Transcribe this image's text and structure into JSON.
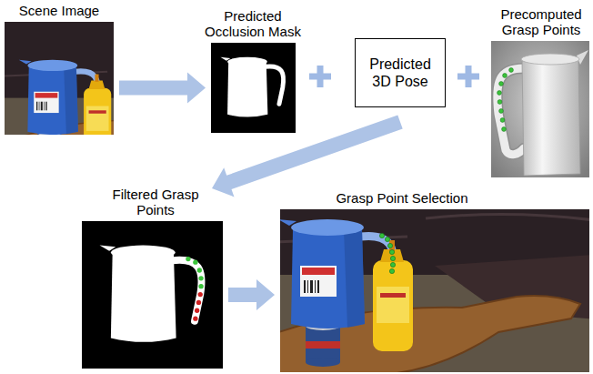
{
  "diagram": {
    "nodes": [
      {
        "text": [
          "Scene Image"
        ]
      },
      {
        "text": [
          "Predicted Occlusion Mask"
        ]
      },
      {
        "text": [
          "Predicted 3D Pose"
        ]
      },
      {
        "text": [
          "Precomputed Grasp Points"
        ]
      },
      {
        "text": [
          "Filtered Grasp Points"
        ]
      },
      {
        "text": [
          "Grasp Point Selection"
        ]
      }
    ],
    "edges": [
      {
        "from": 0,
        "to": 1,
        "arrow": "to"
      },
      {
        "from": 2,
        "to": 4,
        "arrow": "to"
      },
      {
        "from": 4,
        "to": 5,
        "arrow": "to"
      }
    ]
  }
}
